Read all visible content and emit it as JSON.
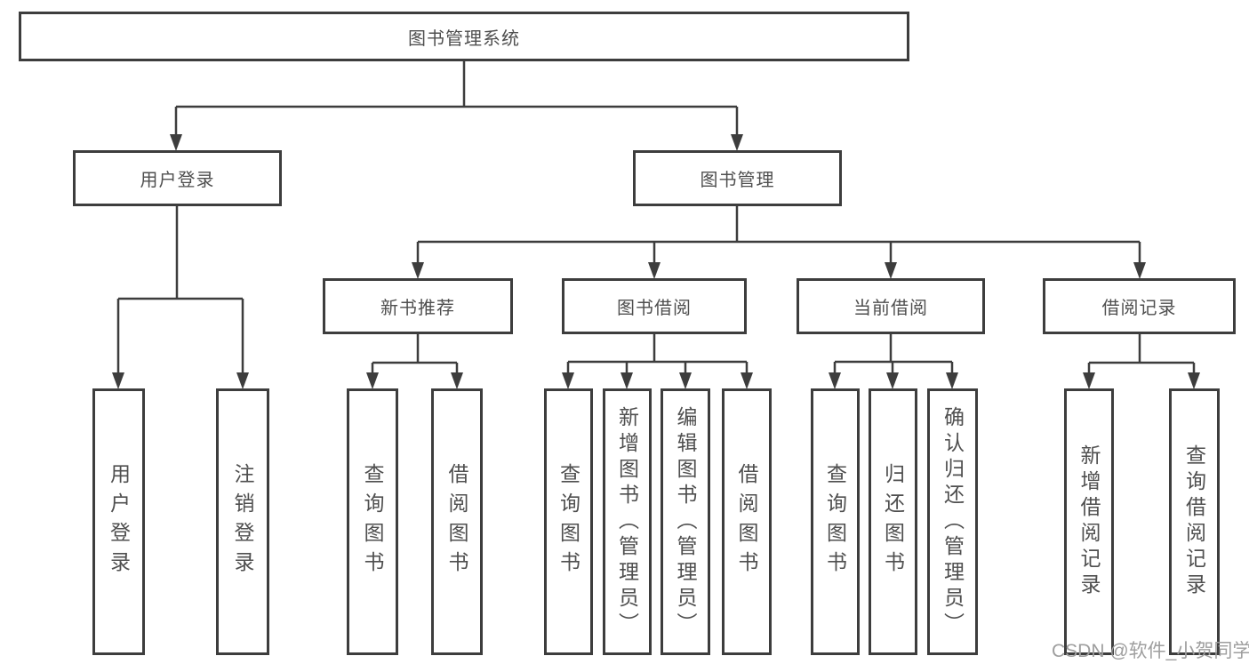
{
  "colors": {
    "line": "#3d3d3d",
    "text": "#4f4f4f",
    "watermark": "#9e9e9e",
    "background": "#ffffff"
  },
  "watermark": {
    "text": "CSDN @软件_小贺同学"
  },
  "nodes": {
    "root": {
      "label": "图书管理系统"
    },
    "user_login": {
      "label": "用户登录"
    },
    "book_mgmt": {
      "label": "图书管理"
    },
    "new_book_rec": {
      "label": "新书推荐"
    },
    "book_borrow": {
      "label": "图书借阅"
    },
    "current_borrow": {
      "label": "当前借阅"
    },
    "borrow_records": {
      "label": "借阅记录"
    },
    "ul_login": {
      "label": "用户登录"
    },
    "ul_logout": {
      "label": "注销登录"
    },
    "nb_query": {
      "label": "查询图书"
    },
    "nb_borrow": {
      "label": "借阅图书"
    },
    "bb_query": {
      "label": "查询图书"
    },
    "bb_add": {
      "label": "新增图书（管理员）"
    },
    "bb_edit": {
      "label": "编辑图书（管理员）"
    },
    "bb_borrow": {
      "label": "借阅图书"
    },
    "cb_query": {
      "label": "查询图书"
    },
    "cb_return": {
      "label": "归还图书"
    },
    "cb_confirm": {
      "label": "确认归还（管理员）"
    },
    "br_add": {
      "label": "新增借阅记录"
    },
    "br_query": {
      "label": "查询借阅记录"
    }
  },
  "edges": [
    {
      "from": "root",
      "to": "user_login"
    },
    {
      "from": "root",
      "to": "book_mgmt"
    },
    {
      "from": "user_login",
      "to": "ul_login"
    },
    {
      "from": "user_login",
      "to": "ul_logout"
    },
    {
      "from": "book_mgmt",
      "to": "new_book_rec"
    },
    {
      "from": "book_mgmt",
      "to": "book_borrow"
    },
    {
      "from": "book_mgmt",
      "to": "current_borrow"
    },
    {
      "from": "book_mgmt",
      "to": "borrow_records"
    },
    {
      "from": "new_book_rec",
      "to": "nb_query"
    },
    {
      "from": "new_book_rec",
      "to": "nb_borrow"
    },
    {
      "from": "book_borrow",
      "to": "bb_query"
    },
    {
      "from": "book_borrow",
      "to": "bb_add"
    },
    {
      "from": "book_borrow",
      "to": "bb_edit"
    },
    {
      "from": "book_borrow",
      "to": "bb_borrow"
    },
    {
      "from": "current_borrow",
      "to": "cb_query"
    },
    {
      "from": "current_borrow",
      "to": "cb_return"
    },
    {
      "from": "current_borrow",
      "to": "cb_confirm"
    },
    {
      "from": "borrow_records",
      "to": "br_add"
    },
    {
      "from": "borrow_records",
      "to": "br_query"
    }
  ]
}
